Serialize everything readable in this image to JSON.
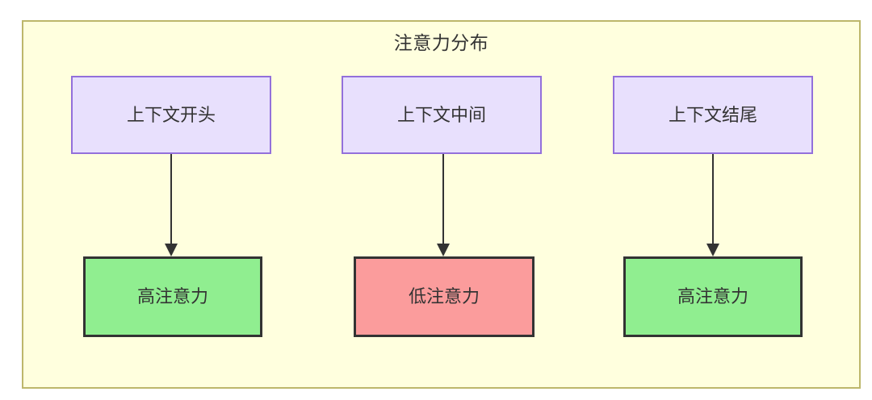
{
  "diagram": {
    "title": "注意力分布",
    "type": "flowchart",
    "colors": {
      "container_background": "#FFFFDE",
      "container_border": "#BDB76B",
      "source_node_background": "#E8E0FD",
      "source_node_border": "#9370DB",
      "high_attention_background": "#90EE90",
      "low_attention_background": "#FB9C9C",
      "result_node_border": "#333333",
      "edge_color": "#333333",
      "text_color": "#333333"
    },
    "source_nodes": [
      {
        "id": "ctx-start",
        "label": "上下文开头"
      },
      {
        "id": "ctx-middle",
        "label": "上下文中间"
      },
      {
        "id": "ctx-end",
        "label": "上下文结尾"
      }
    ],
    "result_nodes": [
      {
        "id": "high-1",
        "label": "高注意力",
        "level": "high"
      },
      {
        "id": "low-1",
        "label": "低注意力",
        "level": "low"
      },
      {
        "id": "high-2",
        "label": "高注意力",
        "level": "high"
      }
    ],
    "edges": [
      {
        "from": "上下文开头",
        "to": "高注意力"
      },
      {
        "from": "上下文中间",
        "to": "低注意力"
      },
      {
        "from": "上下文结尾",
        "to": "高注意力"
      }
    ]
  }
}
